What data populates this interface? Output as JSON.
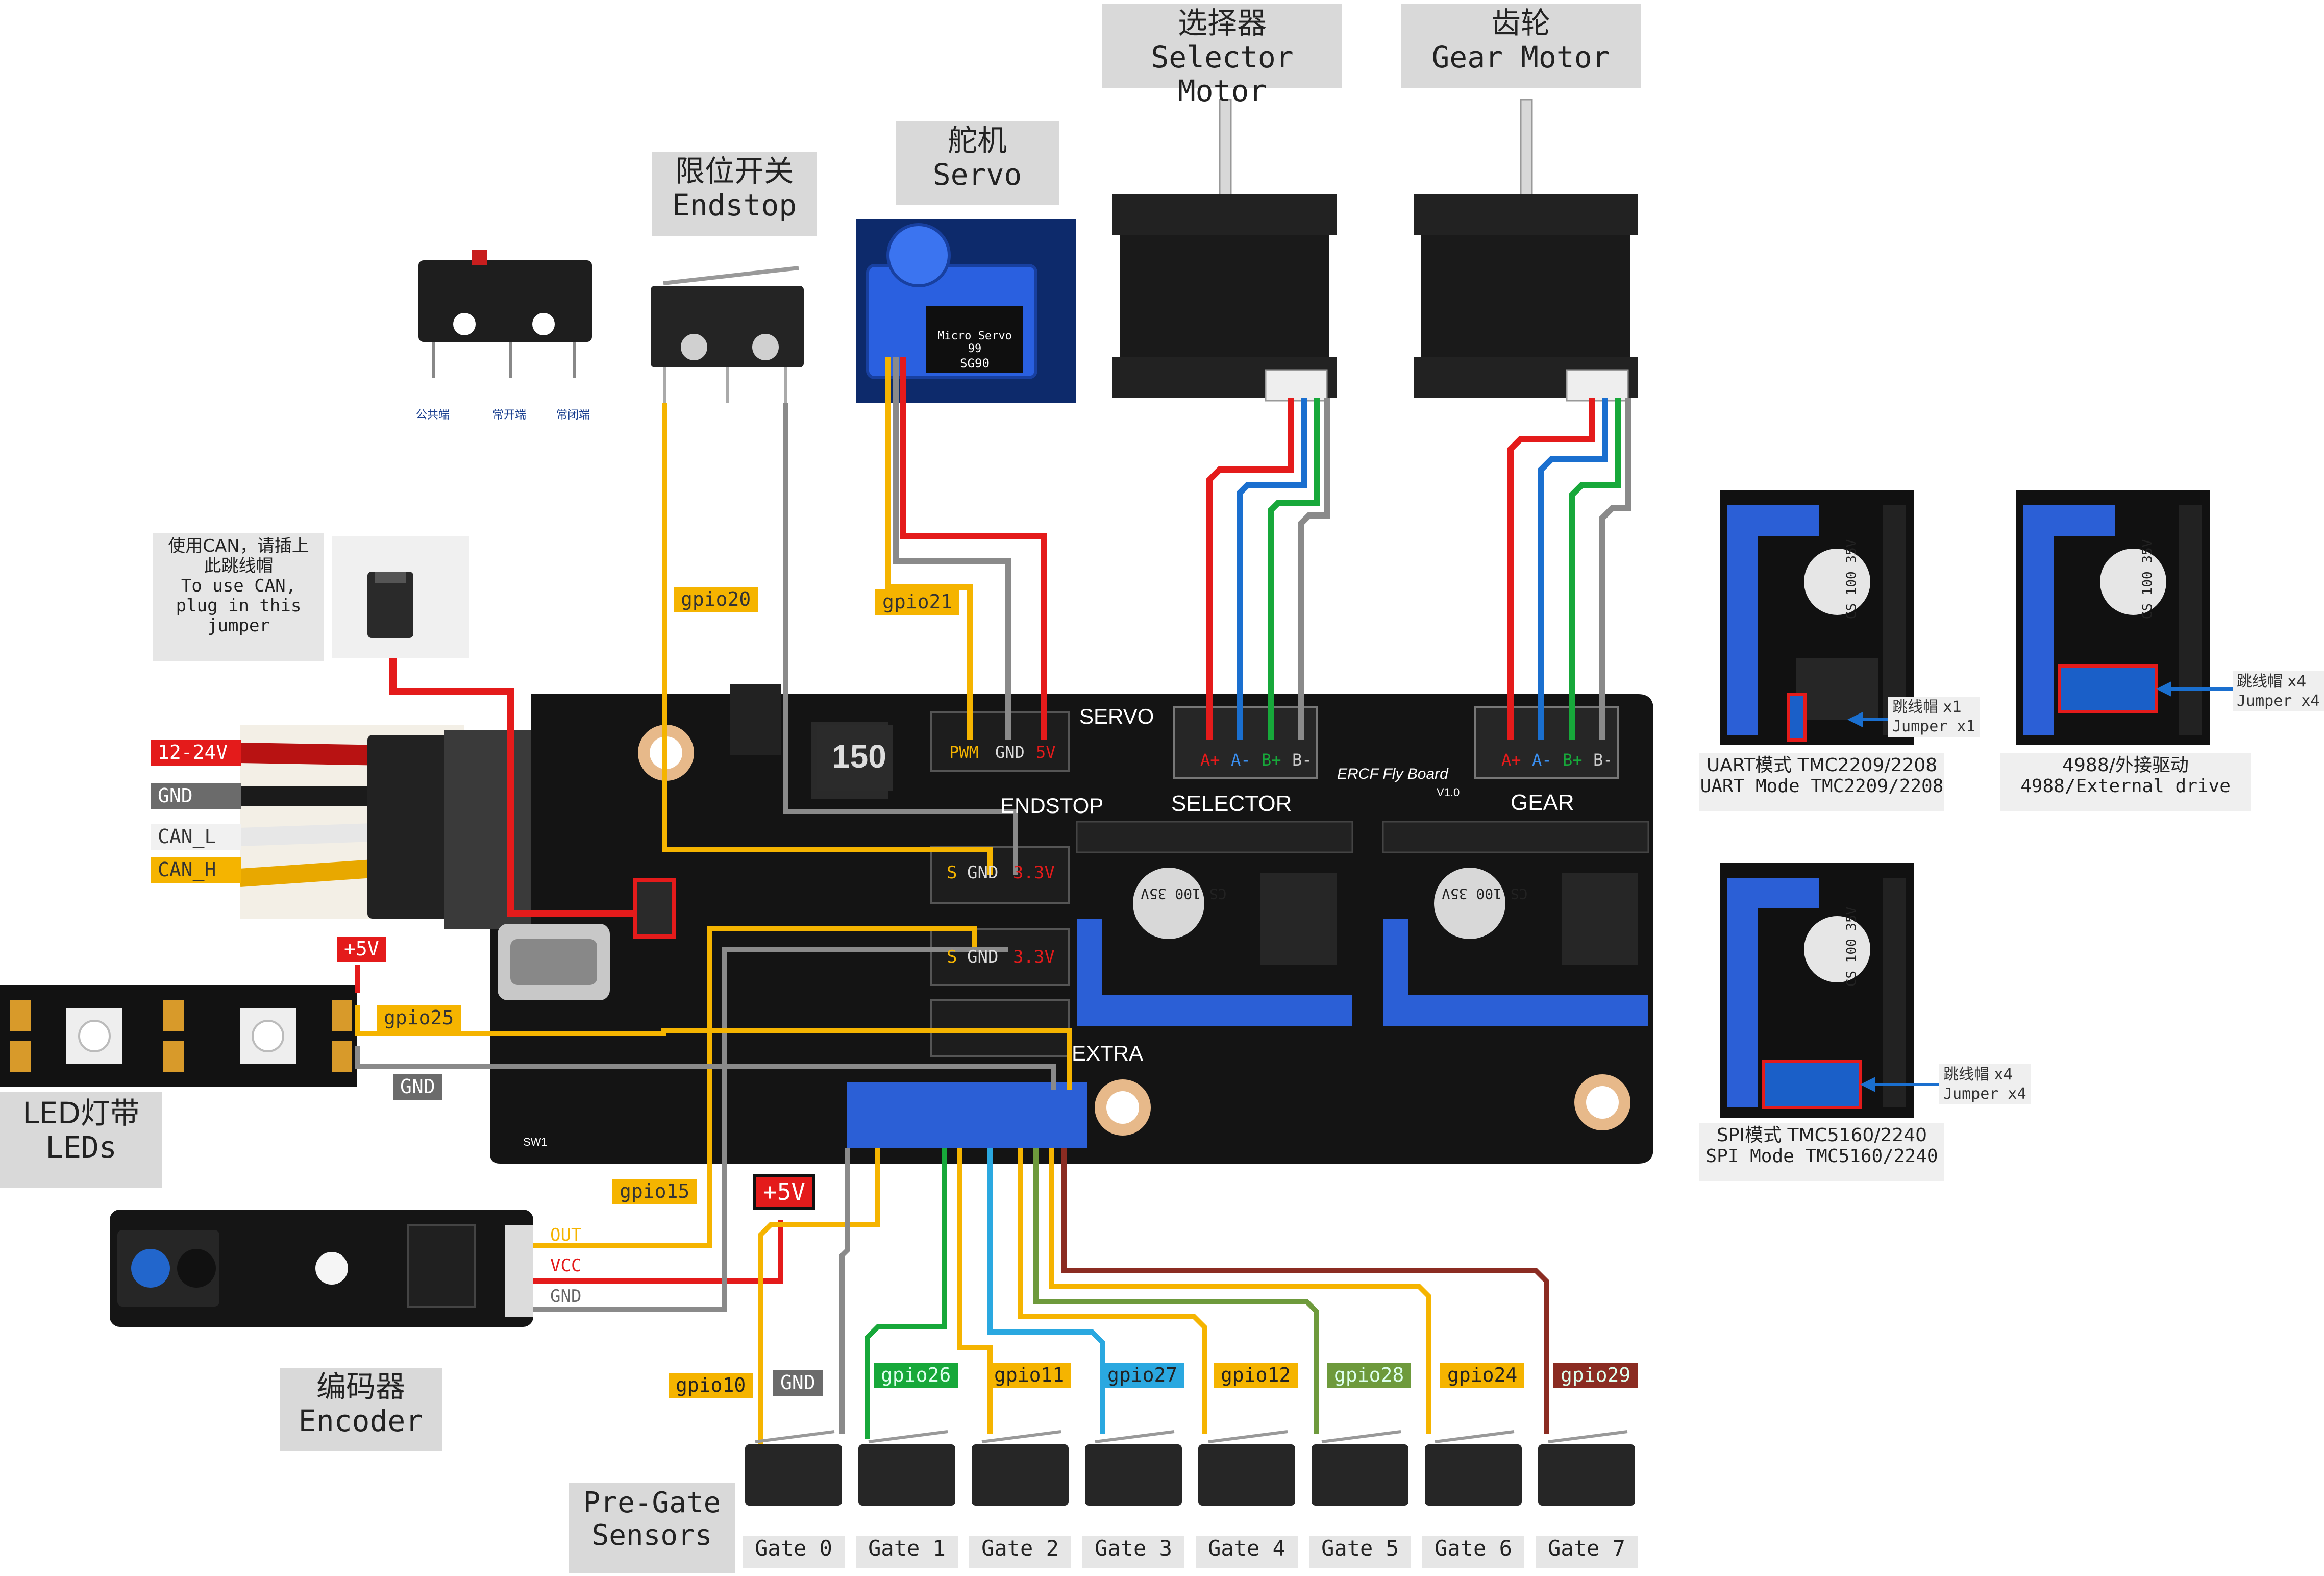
{
  "titles": {
    "selector": {
      "cn": "选择器",
      "en": "Selector Motor"
    },
    "gear": {
      "cn": "齿轮",
      "en": "Gear Motor"
    },
    "servo": {
      "cn": "舵机",
      "en": "Servo"
    },
    "endstop": {
      "cn": "限位开关",
      "en": "Endstop"
    },
    "led": {
      "cn": "LED灯带",
      "en": "LEDs"
    },
    "encoder": {
      "cn": "编码器",
      "en": "Encoder"
    },
    "pregate": {
      "line1": "Pre-Gate",
      "line2": "Sensors"
    }
  },
  "can_note": {
    "line1": "使用CAN，请插上",
    "line2": "此跳线帽",
    "line3": "To use CAN,",
    "line4": "plug in this",
    "line5": "jumper"
  },
  "switch_terms": [
    "公共端",
    "常开端",
    "常闭端"
  ],
  "power_labels": {
    "v12_24": "12-24V",
    "gnd": "GND",
    "can_l": "CAN_L",
    "can_h": "CAN_H"
  },
  "servo_part": {
    "line1": "Micro Servo",
    "line2": "99",
    "line3": "SG90"
  },
  "gpio": {
    "endstop": "gpio20",
    "servo": "gpio21",
    "led": "gpio25",
    "led_gnd": "GND",
    "encoder": "gpio15",
    "plus5v": "+5V",
    "led_plus5v": "+5V"
  },
  "encoder_pins": {
    "out": "OUT",
    "vcc": "VCC",
    "gnd": "GND"
  },
  "board": {
    "name": "ERCF Fly Board",
    "version": "V1.0",
    "inductor": "150",
    "servo_label": "SERVO",
    "endstop_label": "ENDSTOP",
    "selector_label": "SELECTOR",
    "gear_label": "GEAR",
    "extra_label": "EXTRA",
    "sw": "SW1",
    "servo_pins": [
      "PWM",
      "GND",
      "5V"
    ],
    "motor_pins": [
      "A+",
      "A-",
      "B+",
      "B-"
    ],
    "endstop_pins": [
      "S",
      "GND",
      "3.3V"
    ],
    "sensor_pins": [
      "S",
      "GND",
      "3.3V"
    ],
    "cap_text": [
      "CS",
      "100",
      "35V"
    ]
  },
  "drivers": {
    "uart": {
      "cn": "UART模式 TMC2209/2208",
      "en": "UART Mode TMC2209/2208",
      "jumper_cn": "跳线帽 x1",
      "jumper_en": "Jumper x1"
    },
    "ext": {
      "cn": "4988/外接驱动",
      "en": "4988/External drive",
      "jumper_cn": "跳线帽 x4",
      "jumper_en": "Jumper x4"
    },
    "spi": {
      "cn": "SPI模式 TMC5160/2240",
      "en": "SPI Mode TMC5160/2240",
      "jumper_cn": "跳线帽 x4",
      "jumper_en": "Jumper x4"
    }
  },
  "gates": [
    {
      "label": "Gate 0",
      "gpio": "gpio10",
      "color": "#f5b400"
    },
    {
      "label": "Gate 1",
      "gpio": "gpio26",
      "color": "#17a83a"
    },
    {
      "label": "Gate 2",
      "gpio": "gpio11",
      "color": "#f5b400"
    },
    {
      "label": "Gate 3",
      "gpio": "gpio27",
      "color": "#2aa8e0"
    },
    {
      "label": "Gate 4",
      "gpio": "gpio12",
      "color": "#f5b400"
    },
    {
      "label": "Gate 5",
      "gpio": "gpio28",
      "color": "#6e9a3c"
    },
    {
      "label": "Gate 6",
      "gpio": "gpio24",
      "color": "#f5b400"
    },
    {
      "label": "Gate 7",
      "gpio": "gpio29",
      "color": "#8b2c22"
    }
  ],
  "gate_gnd": "GND",
  "colors": {
    "yellow": "#f5b400",
    "red": "#e41b1b",
    "blue": "#1a6fcf",
    "green": "#17a83a",
    "gray": "#8a8a8a",
    "black": "#1b1b1b",
    "board": "#141414",
    "header_blue": "#2b5fd6"
  }
}
